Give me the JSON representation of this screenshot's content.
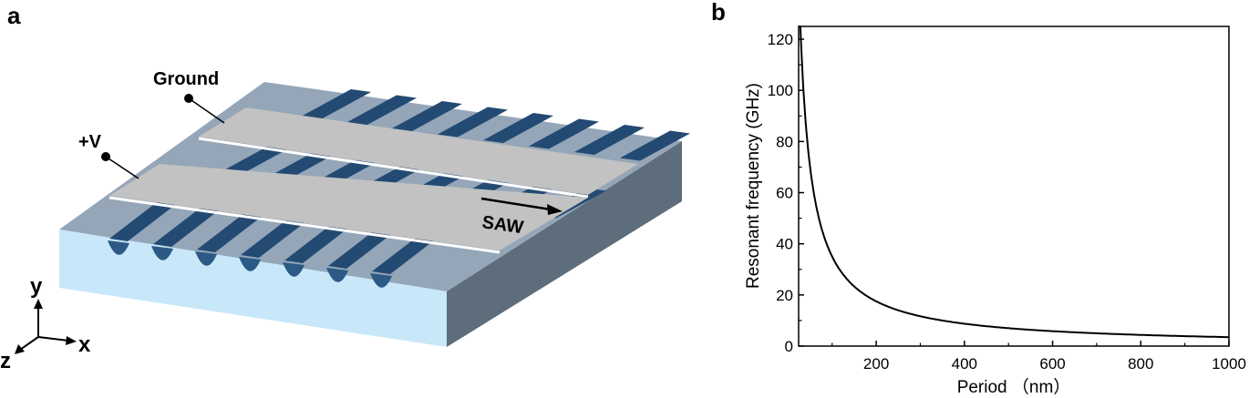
{
  "panel_a": {
    "label": "a",
    "ground_label": "Ground",
    "voltage_label": "+V",
    "wave_label": "SAW",
    "axis_y": "y",
    "axis_x": "x",
    "axis_z": "z",
    "colors": {
      "substrate_top": "#94a6b8",
      "substrate_front": "#c8e8fa",
      "substrate_side": "#5e6d7b",
      "stripe": "#234a73",
      "electrode": "#c2c2c2",
      "bump": "#2c5a85"
    }
  },
  "panel_b": {
    "label": "b"
  },
  "chart_data": {
    "type": "line",
    "title": "",
    "xlabel": "Period （nm）",
    "ylabel": "Resonant frequency (GHz)",
    "xlim": [
      24,
      1000
    ],
    "ylim": [
      0,
      125
    ],
    "xticks": [
      200,
      400,
      600,
      800,
      1000
    ],
    "yticks": [
      0,
      20,
      40,
      60,
      80,
      100,
      120
    ],
    "grid": false,
    "legend": "none",
    "series": [
      {
        "x": [
          24,
          30,
          40,
          50,
          60,
          70,
          80,
          100,
          120,
          150,
          200,
          250,
          300,
          400,
          500,
          600,
          700,
          800,
          900,
          1000
        ],
        "y": [
          125,
          116.7,
          87.5,
          70,
          58.3,
          50,
          43.8,
          35,
          29.2,
          23.3,
          17.5,
          14,
          11.7,
          8.75,
          7,
          5.83,
          5,
          4.38,
          3.89,
          3.5
        ]
      }
    ]
  }
}
